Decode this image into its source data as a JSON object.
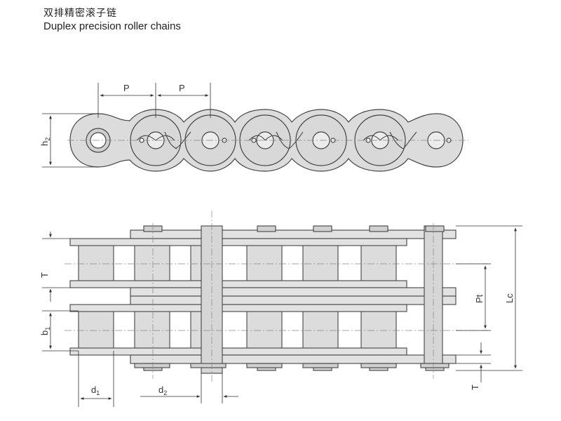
{
  "title": {
    "chinese": "双排精密滚子链",
    "english": "Duplex precision roller chains"
  },
  "dimensions": {
    "pitch_a": "P",
    "pitch_b": "P",
    "h2": "h",
    "h2_sub": "2",
    "T_top": "T",
    "b1": "b",
    "b1_sub": "1",
    "Pt": "Pt",
    "Lc": "Lc",
    "T_bottom": "T",
    "d1": "d",
    "d1_sub": "1",
    "d2": "d",
    "d2_sub": "2"
  },
  "colors": {
    "plate_fill": "#dcdcdc",
    "plate_stroke": "#444444",
    "roller_fill": "#d4d4d4",
    "line": "#333333",
    "centerline": "#888888"
  }
}
